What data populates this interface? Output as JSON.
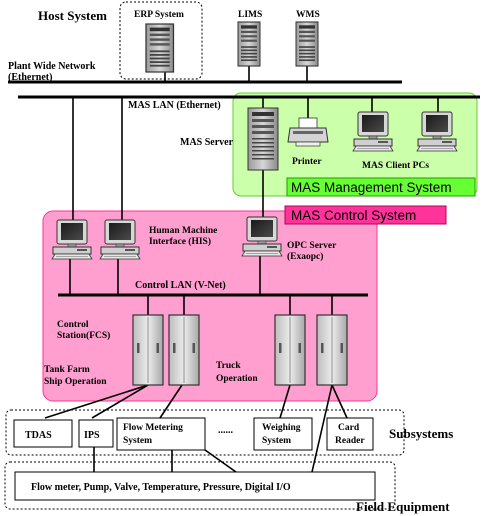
{
  "host_system": {
    "title": "Host System",
    "erp": "ERP System",
    "lims": "LIMS",
    "wms": "WMS"
  },
  "networks": {
    "plant_wide_line1": "Plant Wide Network",
    "plant_wide_line2": "(Ethernet)",
    "mas_lan": "MAS LAN (Ethernet)",
    "control_lan": "Control LAN (V-Net)"
  },
  "management": {
    "mas_server": "MAS Server",
    "printer": "Printer",
    "client_pcs": "MAS Client PCs",
    "banner": "MAS Management System",
    "banner_color": "#66ff33",
    "zone_color": "#ccffaa"
  },
  "control": {
    "banner": "MAS Control System",
    "banner_color": "#ff3399",
    "zone_color": "#ff9fcf",
    "hmi_line1": "Human Machine",
    "hmi_line2": "Interface (HIS)",
    "opc_line1": "OPC Server",
    "opc_line2": "(Exaopc)",
    "fcs_line1": "Control",
    "fcs_line2": "Station(FCS)",
    "tank_line1": "Tank Farm",
    "tank_line2": "Ship Operation",
    "truck_line1": "Truck",
    "truck_line2": "Operation"
  },
  "subsystems": {
    "title": "Subsystems",
    "tdas": "TDAS",
    "ips": "IPS",
    "flow_line1": "Flow Metering",
    "flow_line2": "System",
    "ellipsis": "......",
    "weigh_line1": "Weighing",
    "weigh_line2": "System",
    "card_line1": "Card",
    "card_line2": "Reader"
  },
  "field": {
    "title": "Field Equipment",
    "devices": "Flow meter, Pump, Valve, Temperature, Pressure, Digital I/O"
  },
  "icons": [
    "server-tower-icon",
    "desktop-pc-icon",
    "printer-icon",
    "cabinet-icon"
  ]
}
